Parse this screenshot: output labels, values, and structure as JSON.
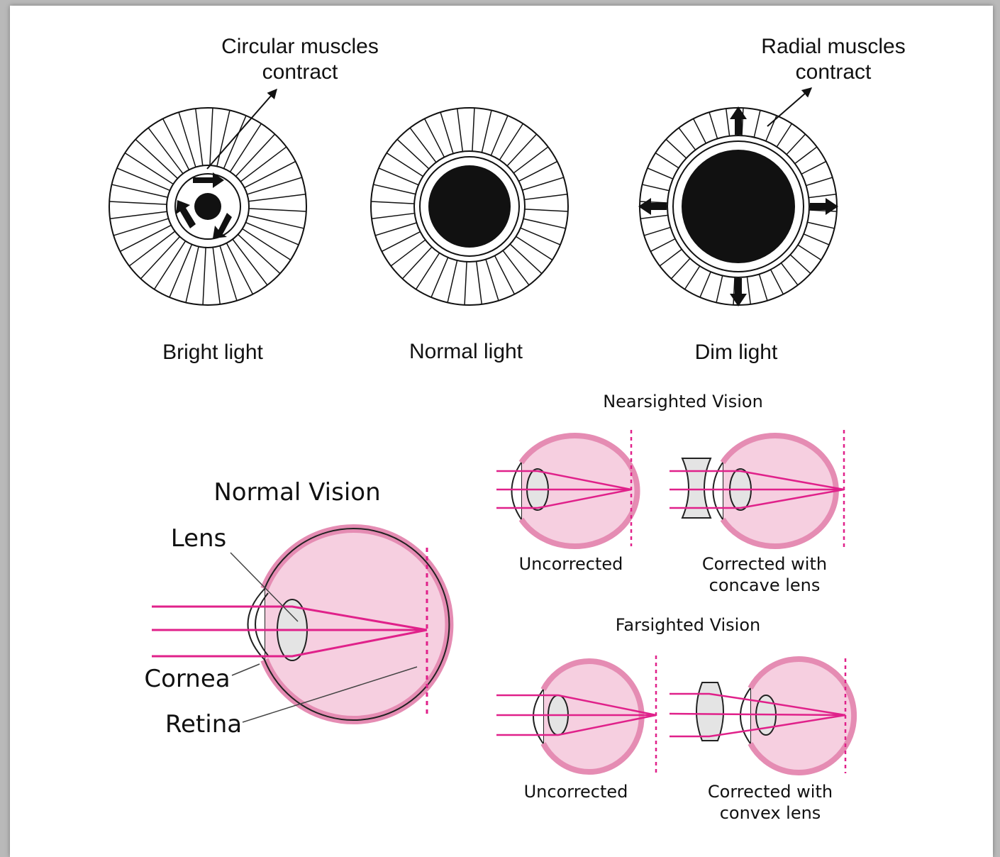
{
  "iris": {
    "circular_label_line1": "Circular muscles",
    "circular_label_line2": "contract",
    "radial_label_line1": "Radial muscles",
    "radial_label_line2": "contract",
    "bright_caption": "Bright light",
    "normal_caption": "Normal light",
    "dim_caption": "Dim light"
  },
  "normal_vision": {
    "title": "Normal Vision",
    "lens_label": "Lens",
    "cornea_label": "Cornea",
    "retina_label": "Retina"
  },
  "nearsighted": {
    "title": "Nearsighted Vision",
    "uncorrected": "Uncorrected",
    "corrected_line1": "Corrected with",
    "corrected_line2": "concave lens"
  },
  "farsighted": {
    "title": "Farsighted Vision",
    "uncorrected": "Uncorrected",
    "corrected_line1": "Corrected with",
    "corrected_line2": "convex lens"
  },
  "colors": {
    "ray": "#e0218a",
    "eyeball_fill": "#f6cfe0",
    "sclera": "#e58cb3",
    "lens_fill": "#e4e4e4",
    "ink": "#111111"
  }
}
